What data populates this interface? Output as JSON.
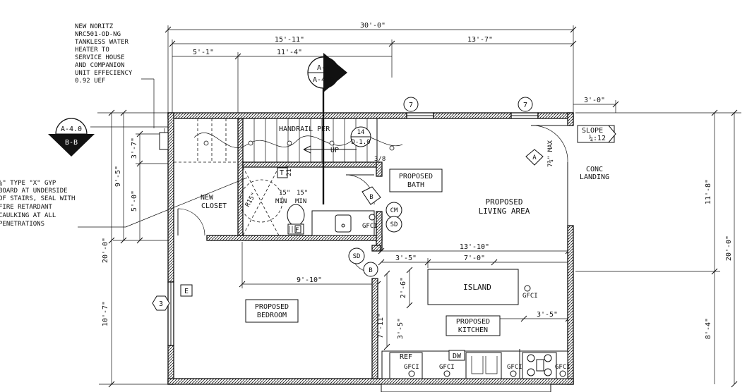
{
  "plan": {
    "dimensions": {
      "overall_width": "30'-0\"",
      "upper_left": "15'-11\"",
      "upper_right": "13'-7\"",
      "lower_left_a": "5'-1\"",
      "lower_left_b": "11'-4\"",
      "landing_width": "3'-0\"",
      "left_total": "20'-0\"",
      "left_upper": "9'-5\"",
      "left_lower": "10'-7\"",
      "stair_a": "3'-7\"",
      "stair_b": "5'-0\"",
      "right_total": "20'-0\"",
      "right_upper": "11'-8\"",
      "right_lower": "8'-4\"",
      "kitchen_width": "13'-10\"",
      "island_offset": "3'-5\"",
      "island_length": "7'-0\"",
      "island_depth": "2'-6\"",
      "island_right": "3'-5\"",
      "counter_depth": "3'-5\"",
      "kitchen_left": "7'-11\"",
      "bedroom_width": "9'-10\"",
      "step_height": "7¾\" MAX"
    },
    "notes": {
      "heater": [
        "NEW NORITZ",
        "NRC501-OD-NG",
        "TANKLESS WATER",
        "HEATER TO",
        "SERVICE HOUSE",
        "AND COMPANION",
        "UNIT EFFECIENCY",
        "0.92 UEF"
      ],
      "gyp": [
        "⅝\" TYPE \"X\" GYP",
        "BOARD AT UNDERSIDE",
        "OF STAIRS, SEAL WITH",
        "FIRE RETARDANT",
        "CAULKING AT ALL",
        "PENETRATIONS"
      ],
      "handrail": "HANDRAIL PER",
      "up": "UP",
      "slope": "SLOPE",
      "slope_value": "¼:12",
      "conc": [
        "CONC",
        "LANDING"
      ]
    },
    "rooms": {
      "new_closet": [
        "NEW",
        "CLOSET"
      ],
      "bath": [
        "PROPOSED",
        "BATH"
      ],
      "living": [
        "PROPOSED",
        "LIVING AREA"
      ],
      "bedroom": [
        "PROPOSED",
        "BEDROOM"
      ],
      "kitchen": [
        "PROPOSED",
        "KITCHEN"
      ],
      "island": "ISLAND"
    },
    "fixtures": {
      "toilet_tag": "T",
      "vanity_tag": "F",
      "shower_radius": "R15\"",
      "clear_a": [
        "15\"",
        "MIN"
      ],
      "clear_b": [
        "15\"",
        "MIN"
      ],
      "clear_vert": "21\"",
      "gfci": "GFCI",
      "cm": "CM",
      "sd": "SD",
      "ref": "REF",
      "dw": "DW",
      "e_tag": "E"
    },
    "tags": {
      "section_aa_top": "A-A",
      "section_aa_bottom": "A-4.0",
      "section_bb_top": "A-4.0",
      "section_bb_bottom": "B-B",
      "detail_top": "14",
      "detail_bottom": "D-1.0",
      "window_7": "7",
      "window_3": "3",
      "door_a": "A",
      "door_b": "B",
      "stair_mark": "3/8"
    }
  }
}
